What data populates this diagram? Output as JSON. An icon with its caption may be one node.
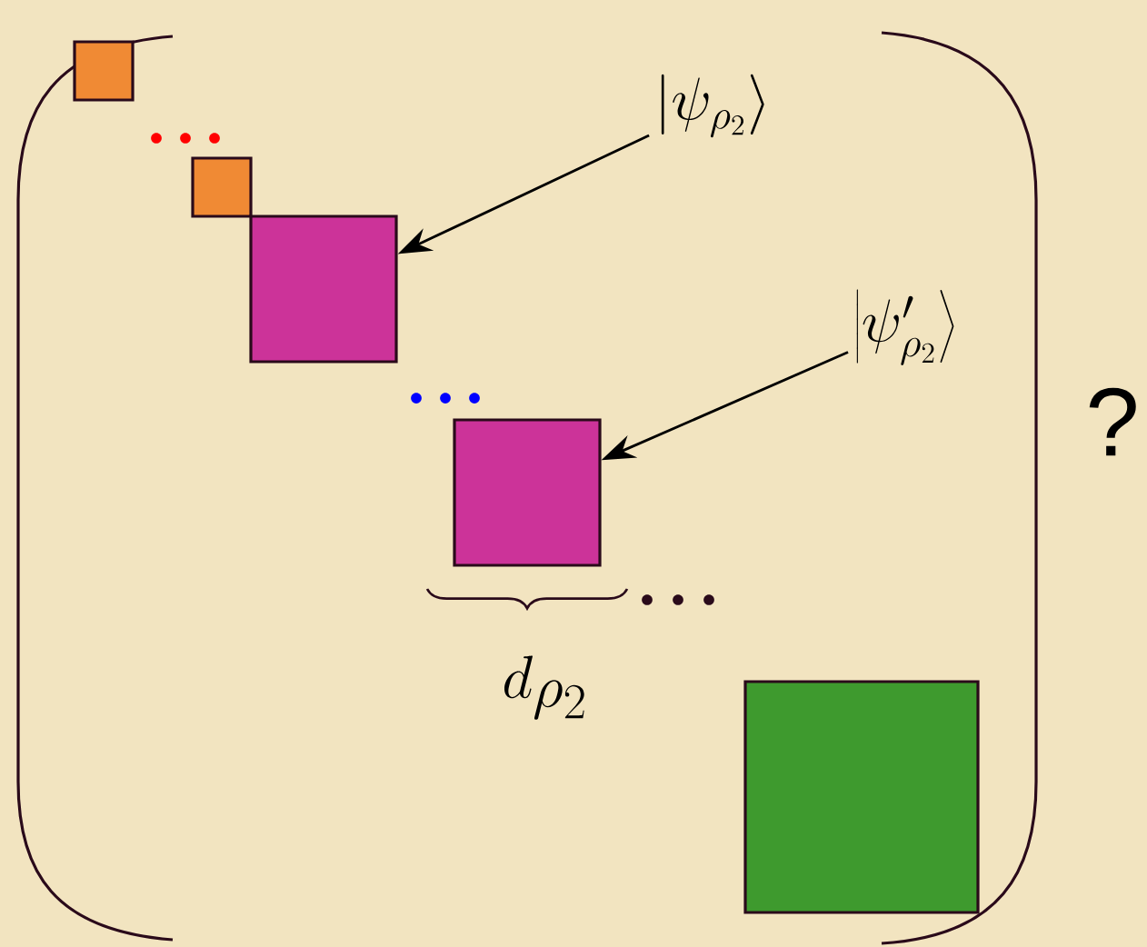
{
  "diagram": {
    "nodes": [
      {
        "text": [],
        "shape": "box"
      },
      {
        "text": [
          "\\left|\\psi_{\\rho_2}\\right\\rangle"
        ]
      },
      {
        "text": [],
        "shape": "box"
      },
      {
        "text": [],
        "shape": "box"
      },
      {
        "text": [
          "\\left|\\psi_{\\rho_2}'\\right\\rangle"
        ]
      },
      {
        "text": [],
        "shape": "box"
      },
      {
        "text": [],
        "shape": "box"
      }
    ],
    "edges": [
      {
        "from": 1,
        "to": 3,
        "arrow": "to"
      },
      {
        "from": 4,
        "to": 5,
        "arrow": "to"
      }
    ],
    "labels": [
      "d_{\\rho_2}",
      "?"
    ]
  }
}
